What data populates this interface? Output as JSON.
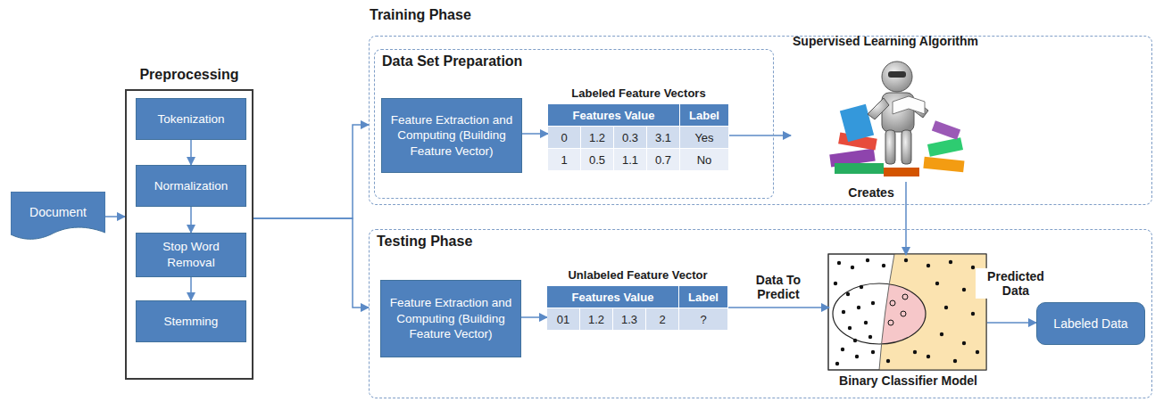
{
  "diagram": {
    "nodes": [
      {
        "text": [
          "Document"
        ]
      },
      {
        "text": [
          "Preprocessing"
        ]
      },
      {
        "text": [
          "Tokenization"
        ],
        "in": 1
      },
      {
        "text": [
          "Normalization"
        ],
        "in": 1
      },
      {
        "text": [
          "Stop Word Removal"
        ],
        "in": 1
      },
      {
        "text": [
          "Stemming"
        ],
        "in": 1
      },
      {
        "text": [
          "Training Phase"
        ]
      },
      {
        "text": [
          "Data Set Preparation"
        ],
        "in": 6
      },
      {
        "text": [
          "Feature Extraction and Computing (Building Feature Vector)"
        ],
        "in": 7
      },
      {
        "text": [
          "Labeled Feature Vectors"
        ],
        "in": 7
      },
      {
        "text": [
          "Supervised Learning Algorithm"
        ],
        "in": 6
      },
      {
        "text": [
          "Testing Phase"
        ]
      },
      {
        "text": [
          "Feature Extraction and Computing (Building Feature Vector)"
        ],
        "in": 11
      },
      {
        "text": [
          "Unlabeled Feature Vector"
        ],
        "in": 11
      },
      {
        "text": [
          "Binary Classifier Model"
        ],
        "in": 11
      },
      {
        "text": [
          "Labeled Data"
        ],
        "in": 11
      }
    ],
    "edges": [
      {
        "from": 0,
        "to": 1,
        "arrow": "to"
      },
      {
        "from": 2,
        "to": 3,
        "arrow": "to"
      },
      {
        "from": 3,
        "to": 4,
        "arrow": "to"
      },
      {
        "from": 4,
        "to": 5,
        "arrow": "to"
      },
      {
        "from": 1,
        "to": 6,
        "arrow": "to"
      },
      {
        "from": 1,
        "to": 11,
        "arrow": "to"
      },
      {
        "from": 8,
        "to": 9,
        "arrow": "to"
      },
      {
        "from": 9,
        "to": 10,
        "arrow": "to"
      },
      {
        "from": 10,
        "to": 14,
        "label": "Creates",
        "arrow": "to"
      },
      {
        "from": 12,
        "to": 13,
        "arrow": "to"
      },
      {
        "from": 13,
        "to": 14,
        "label": "Data To Predict",
        "arrow": "to"
      },
      {
        "from": 14,
        "to": 15,
        "label": "Predicted Data",
        "arrow": "to"
      }
    ],
    "labels": [
      "Features Value",
      "Label",
      "0",
      "1.2",
      "0.3",
      "3.1",
      "Yes",
      "1",
      "0.5",
      "1.1",
      "0.7",
      "No",
      "Features Value",
      "Label",
      "01",
      "1.2",
      "1.3",
      "2",
      "?"
    ]
  }
}
